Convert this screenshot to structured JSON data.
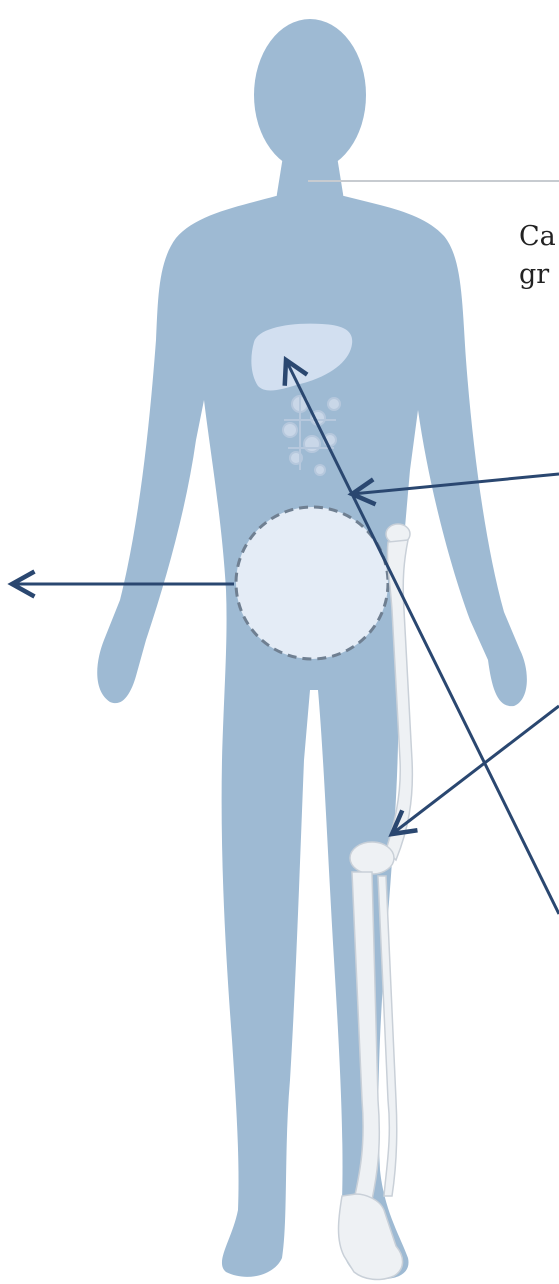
{
  "figure": {
    "body_color": "#9ebad3",
    "organ_fill": "#d2dff0",
    "circle_fill": "#e4ecf6",
    "bone_color": "#eef1f4",
    "arrow_color": "#2a4770",
    "leader_line_color": "#c7cbd0",
    "icons": [
      "human-body-silhouette",
      "liver-icon",
      "lymph-nodes-icon",
      "pelvic-mass-circle",
      "leg-bone-icon"
    ]
  },
  "callouts": {
    "top_label_line1": "Ca",
    "top_label_line2": "gr"
  }
}
